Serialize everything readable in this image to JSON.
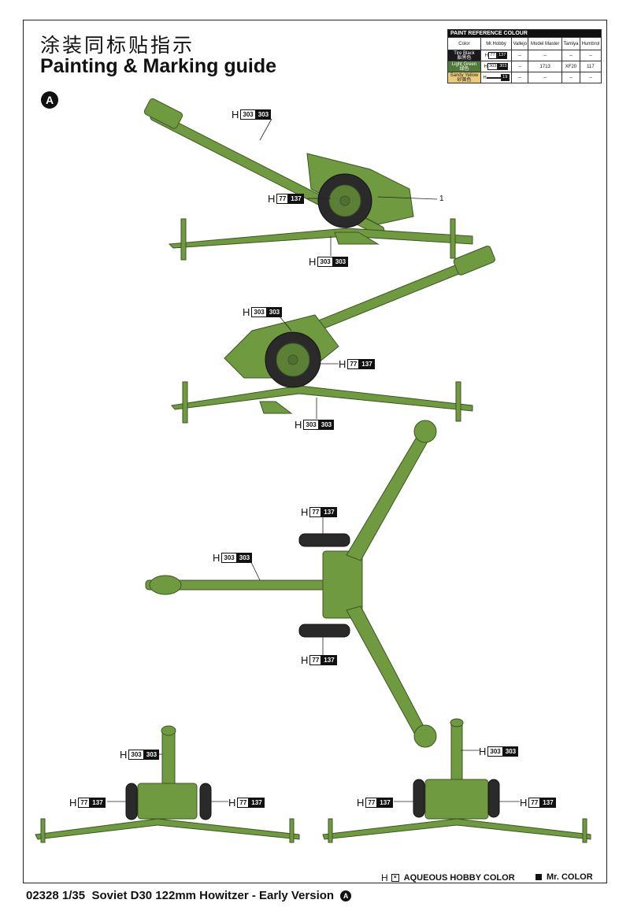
{
  "header": {
    "title_cn": "涂装同标贴指示",
    "title_en": "Painting & Marking guide",
    "section": "A"
  },
  "paint_reference": {
    "heading": "PAINT REFERENCE COLOUR",
    "columns": [
      "Color",
      "Mr.Hobby",
      "Vallejo",
      "Model Master",
      "Tamiya",
      "Humbrol"
    ],
    "rows": [
      {
        "color_name": "Tire Black",
        "color_cn": "胎黑色",
        "swatch": "#1a1a1a",
        "text_color": "#ffffff",
        "h": "H",
        "aq": "77",
        "mr": "137",
        "vallejo": "--",
        "model_master": "--",
        "tamiya": "--",
        "humbrol": "--"
      },
      {
        "color_name": "Light Green",
        "color_cn": "绿色",
        "swatch": "#4f7a3a",
        "text_color": "#ffffff",
        "h": "H",
        "aq": "303",
        "mr": "303",
        "vallejo": "--",
        "model_master": "1713",
        "tamiya": "XF20",
        "humbrol": "117"
      },
      {
        "color_name": "Sandy Yellow",
        "color_cn": "砂黄色",
        "swatch": "#e9c97a",
        "text_color": "#222222",
        "h": "H",
        "aq": "",
        "mr": "19",
        "vallejo": "--",
        "model_master": "--",
        "tamiya": "--",
        "humbrol": "--"
      }
    ]
  },
  "callouts": {
    "c1": {
      "h": "H",
      "aq": "303",
      "mr": "303"
    },
    "c2": {
      "h": "H",
      "aq": "77",
      "mr": "137"
    },
    "c3": {
      "h": "H",
      "aq": "303",
      "mr": "303"
    },
    "c4": {
      "h": "H",
      "aq": "303",
      "mr": "303"
    },
    "c5": {
      "h": "H",
      "aq": "77",
      "mr": "137"
    },
    "c6": {
      "h": "H",
      "aq": "303",
      "mr": "303"
    },
    "c7": {
      "h": "H",
      "aq": "77",
      "mr": "137"
    },
    "c8": {
      "h": "H",
      "aq": "303",
      "mr": "303"
    },
    "c9": {
      "h": "H",
      "aq": "77",
      "mr": "137"
    },
    "c10": {
      "h": "H",
      "aq": "303",
      "mr": "303"
    },
    "c11": {
      "h": "H",
      "aq": "77",
      "mr": "137"
    },
    "c12": {
      "h": "H",
      "aq": "77",
      "mr": "137"
    },
    "c13": {
      "h": "H",
      "aq": "303",
      "mr": "303"
    },
    "c14": {
      "h": "H",
      "aq": "77",
      "mr": "137"
    },
    "c15": {
      "h": "H",
      "aq": "77",
      "mr": "137"
    }
  },
  "part_number": "1",
  "legend": {
    "aqueous_h": "H",
    "aqueous_mark": "×",
    "aqueous_label": "AQUEOUS HOBBY COLOR",
    "mr_label": "Mr. COLOR"
  },
  "footer": {
    "code": "02328",
    "scale": "1/35",
    "title": "Soviet D30 122mm Howitzer - Early Version",
    "badge": "A"
  },
  "colors": {
    "olive": "#6f9a3f",
    "olive_dark": "#4f7030",
    "tire": "#2a2a2a"
  }
}
